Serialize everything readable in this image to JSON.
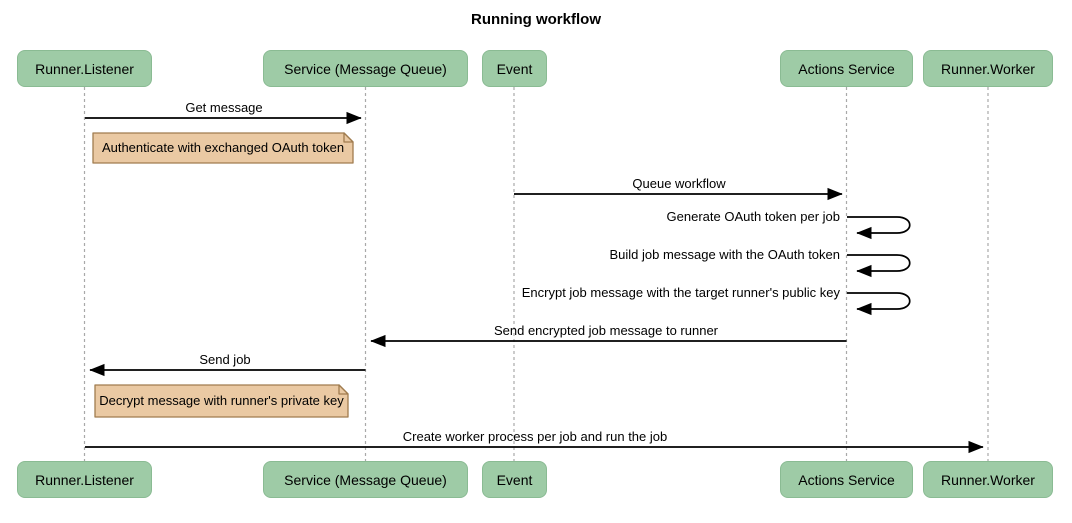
{
  "title": "Running workflow",
  "participants": [
    {
      "id": "runner-listener",
      "label": "Runner.Listener"
    },
    {
      "id": "service-message-queue",
      "label": "Service (Message Queue)"
    },
    {
      "id": "event",
      "label": "Event"
    },
    {
      "id": "actions-service",
      "label": "Actions Service"
    },
    {
      "id": "runner-worker",
      "label": "Runner.Worker"
    }
  ],
  "messages": [
    {
      "label": "Get message",
      "from": "Runner.Listener",
      "to": "Service (Message Queue)",
      "type": "arrow"
    },
    {
      "label": "Queue workflow",
      "from": "Event",
      "to": "Actions Service",
      "type": "arrow"
    },
    {
      "label": "Generate OAuth token per job",
      "from": "Actions Service",
      "to": "Actions Service",
      "type": "self"
    },
    {
      "label": "Build job message with the OAuth token",
      "from": "Actions Service",
      "to": "Actions Service",
      "type": "self"
    },
    {
      "label": "Encrypt job message with the target runner's public key",
      "from": "Actions Service",
      "to": "Actions Service",
      "type": "self"
    },
    {
      "label": "Send encrypted job message to runner",
      "from": "Actions Service",
      "to": "Service (Message Queue)",
      "type": "arrow"
    },
    {
      "label": "Send job",
      "from": "Service (Message Queue)",
      "to": "Runner.Listener",
      "type": "arrow"
    },
    {
      "label": "Create worker process per job and run the job",
      "from": "Runner.Listener",
      "to": "Runner.Worker",
      "type": "arrow"
    }
  ],
  "notes": [
    {
      "label": "Authenticate with exchanged OAuth token"
    },
    {
      "label": "Decrypt message with runner's private key"
    }
  ],
  "colors": {
    "actor_fill": "#9ecba6",
    "actor_border": "#8abb93",
    "note_fill": "#eac9a3",
    "note_border": "#a07c4f",
    "lifeline": "#a9a9a9",
    "message_line": "#000000",
    "text": "#000000",
    "background": "#ffffff"
  }
}
